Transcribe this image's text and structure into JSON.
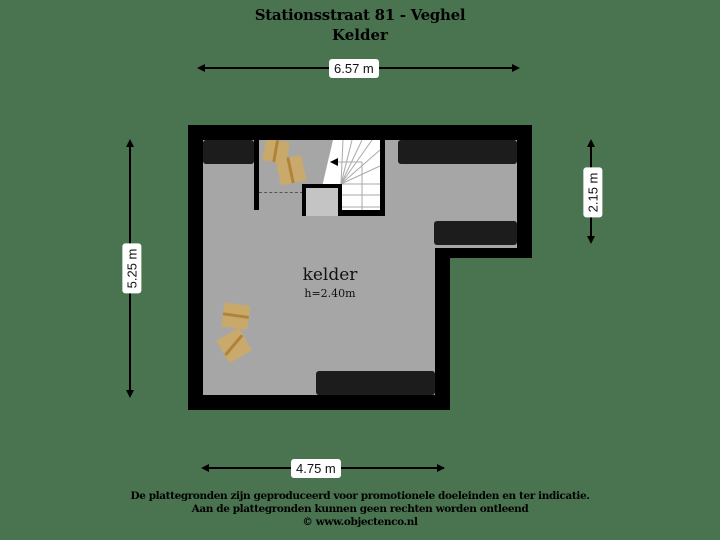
{
  "header": {
    "address": "Stationsstraat 81 - Veghel",
    "floor": "Kelder"
  },
  "dimensions": {
    "top_width": "6.57 m",
    "left_height": "5.25 m",
    "right_height": "2.15 m",
    "bottom_width": "4.75 m"
  },
  "room": {
    "name": "kelder",
    "height": "h=2.40m"
  },
  "footer": {
    "line1": "De plattegronden zijn geproduceerd voor promotionele doeleinden en ter indicatie.",
    "line2": "Aan de plattegronden kunnen geen rechten worden ontleend",
    "line3": "© www.objectenco.nl"
  },
  "colors": {
    "background": "#4a7450",
    "wall": "#000000",
    "floor": "#a6a6a6",
    "furniture": "#1c1c1c",
    "stairs": "#ffffff",
    "boxes": "#c8a96a"
  }
}
